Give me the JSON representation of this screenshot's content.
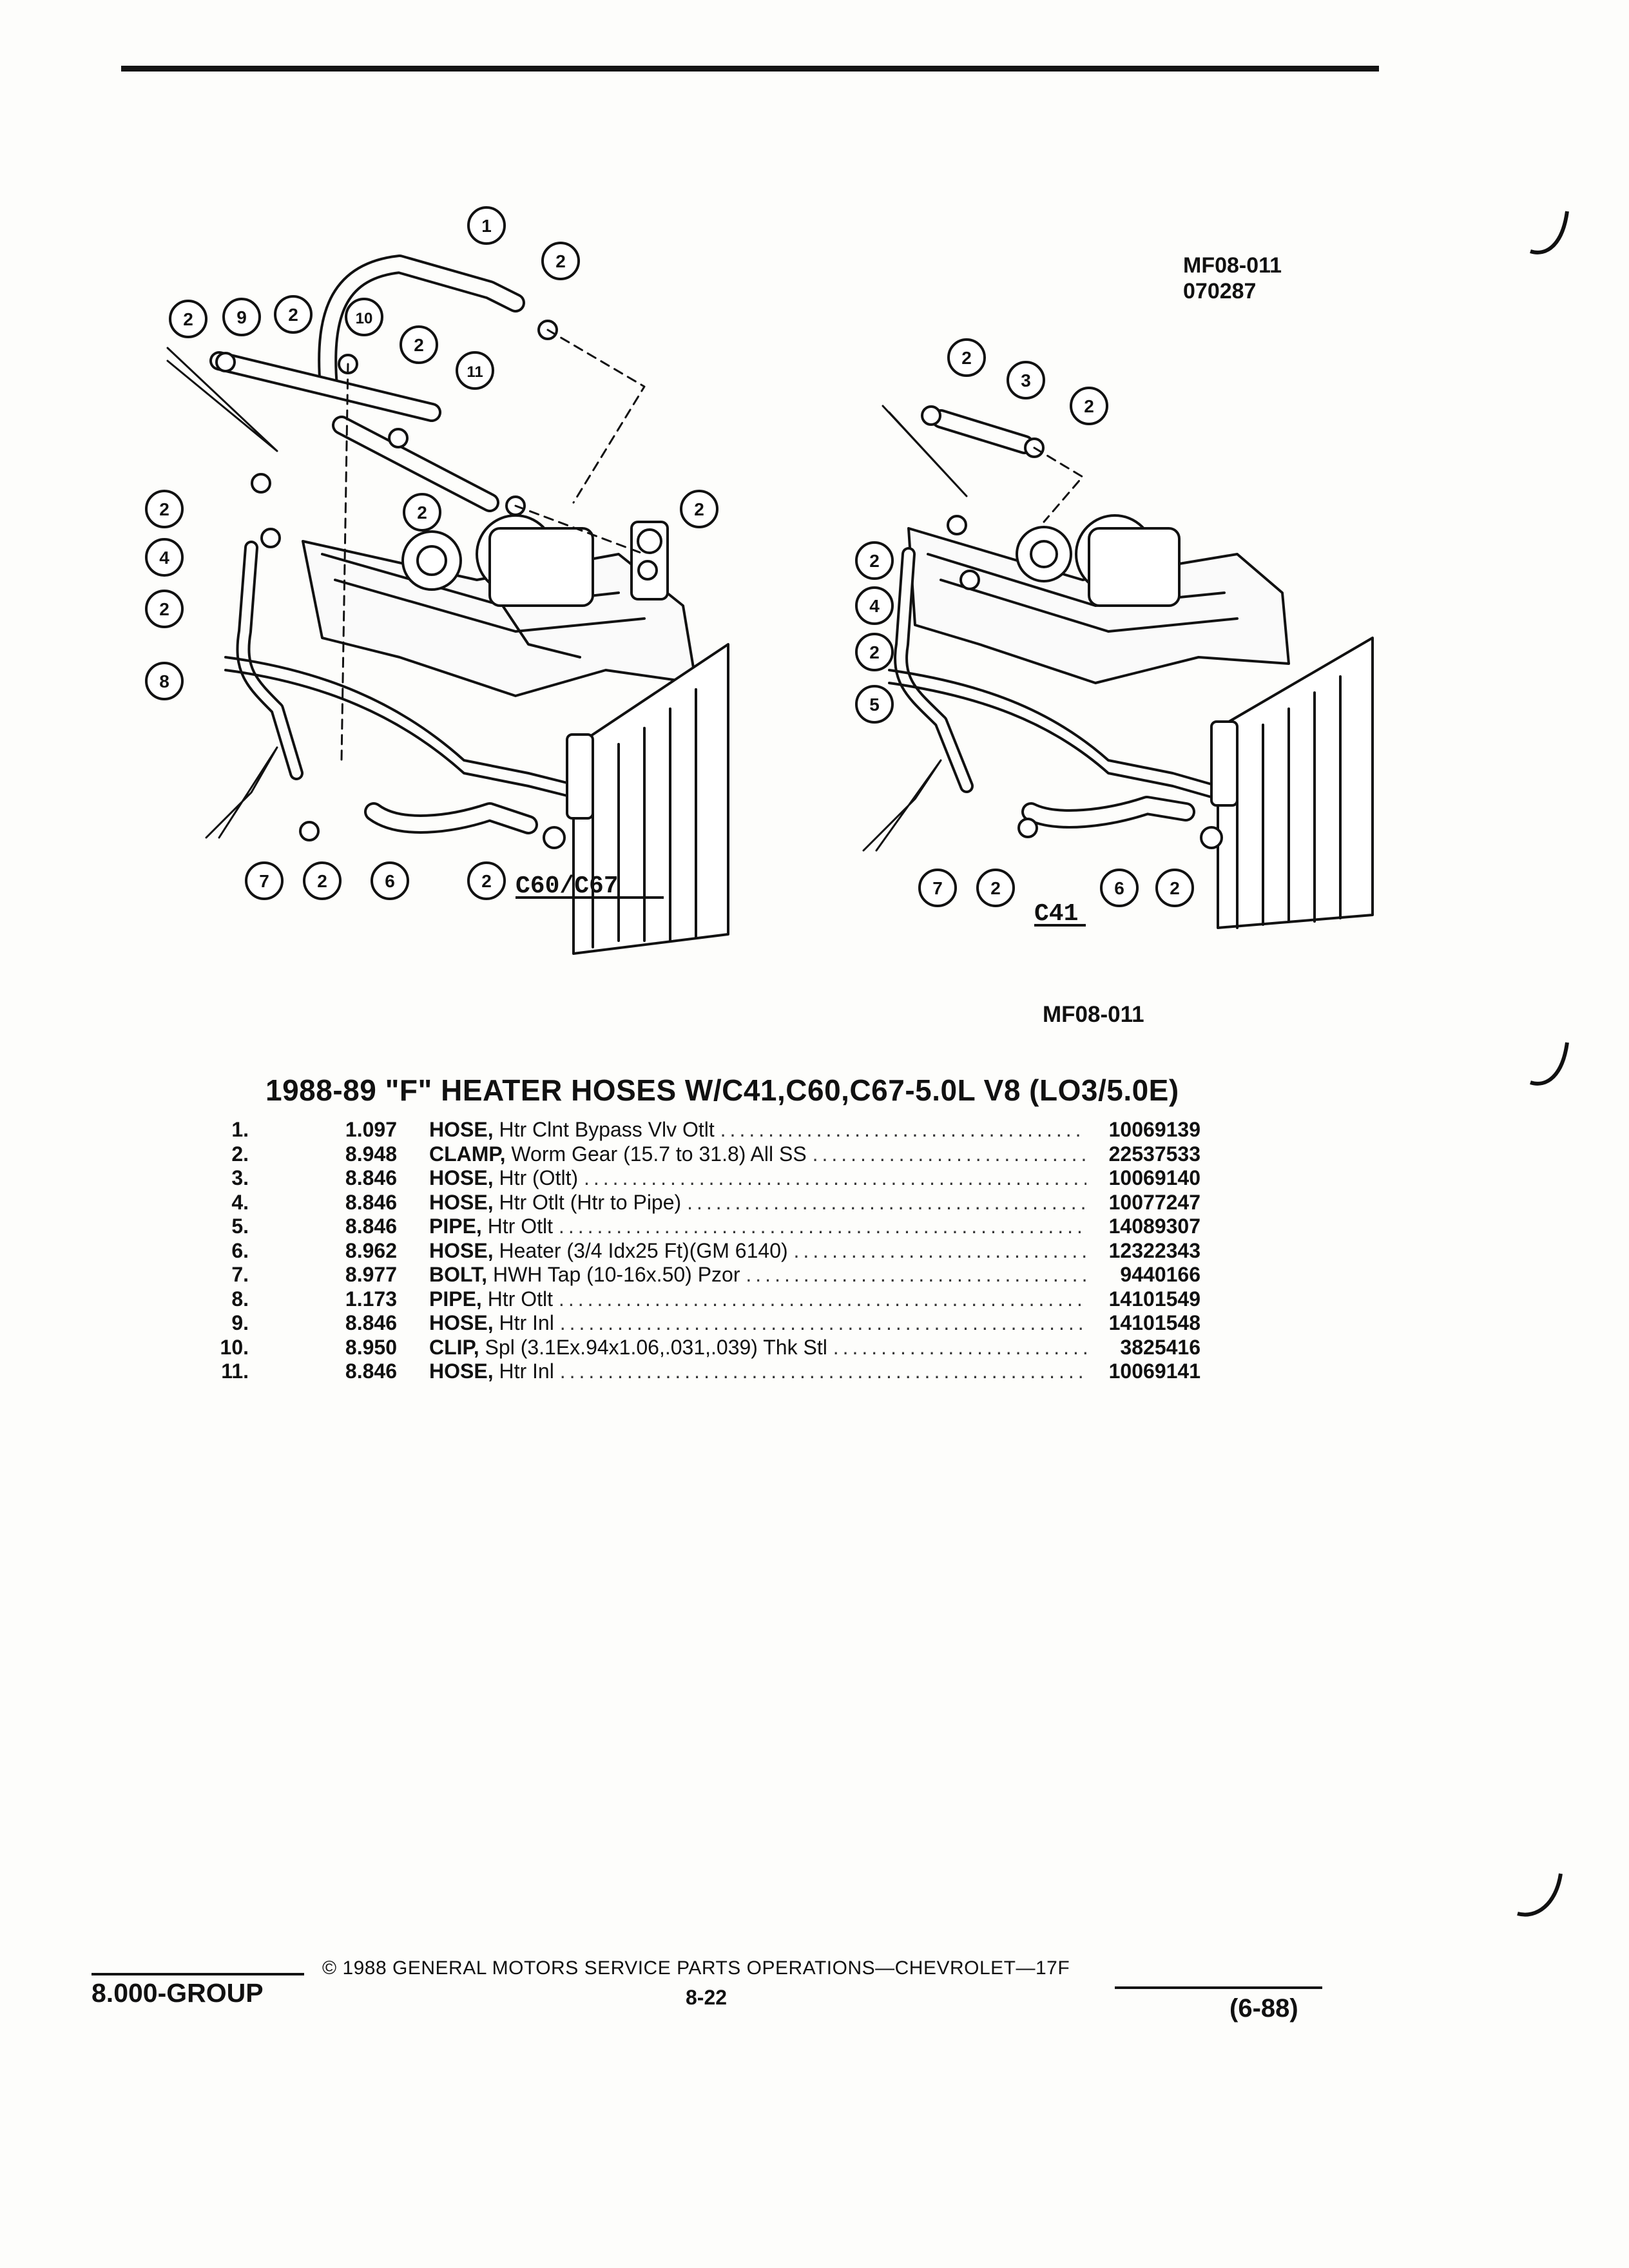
{
  "document": {
    "ref_top_line1": "MF08-011",
    "ref_top_line2": "070287",
    "ref_mid": "MF08-011",
    "title": "1988-89 \"F\" HEATER HOSES W/C41,C60,C67-5.0L V8 (LO3/5.0E)",
    "diagram_labels": {
      "left": "C60/C67",
      "right": "C41"
    },
    "callouts_left": [
      "1",
      "2",
      "2",
      "9",
      "2",
      "10",
      "2",
      "11",
      "2",
      "2",
      "4",
      "2",
      "8",
      "2",
      "7",
      "2",
      "6",
      "2"
    ],
    "callouts_right": [
      "2",
      "3",
      "2",
      "2",
      "4",
      "2",
      "5",
      "7",
      "2",
      "6",
      "2"
    ],
    "parts": [
      {
        "no": "1.",
        "code": "1.097",
        "name": "HOSE,",
        "desc": "Htr Clnt Bypass Vlv Otlt",
        "part": "10069139"
      },
      {
        "no": "2.",
        "code": "8.948",
        "name": "CLAMP,",
        "desc": "Worm Gear (15.7 to 31.8) All SS",
        "part": "22537533"
      },
      {
        "no": "3.",
        "code": "8.846",
        "name": "HOSE,",
        "desc": "Htr (Otlt)",
        "part": "10069140"
      },
      {
        "no": "4.",
        "code": "8.846",
        "name": "HOSE,",
        "desc": "Htr Otlt (Htr to Pipe)",
        "part": "10077247"
      },
      {
        "no": "5.",
        "code": "8.846",
        "name": "PIPE,",
        "desc": "Htr Otlt",
        "part": "14089307"
      },
      {
        "no": "6.",
        "code": "8.962",
        "name": "HOSE,",
        "desc": "Heater (3/4 Idx25 Ft)(GM 6140)",
        "part": "12322343"
      },
      {
        "no": "7.",
        "code": "8.977",
        "name": "BOLT,",
        "desc": "HWH Tap (10-16x.50) Pzor",
        "part": "9440166"
      },
      {
        "no": "8.",
        "code": "1.173",
        "name": "PIPE,",
        "desc": "Htr Otlt",
        "part": "14101549"
      },
      {
        "no": "9.",
        "code": "8.846",
        "name": "HOSE,",
        "desc": "Htr Inl",
        "part": "14101548"
      },
      {
        "no": "10.",
        "code": "8.950",
        "name": "CLIP,",
        "desc": "Spl (3.1Ex.94x1.06,.031,.039) Thk Stl",
        "part": "3825416"
      },
      {
        "no": "11.",
        "code": "8.846",
        "name": "HOSE,",
        "desc": "Htr Inl",
        "part": "10069141"
      }
    ],
    "footer": {
      "group": "8.000-GROUP",
      "copyright": "© 1988 GENERAL MOTORS SERVICE PARTS OPERATIONS—CHEVROLET—17F",
      "page": "8-22",
      "date": "(6-88)"
    }
  }
}
